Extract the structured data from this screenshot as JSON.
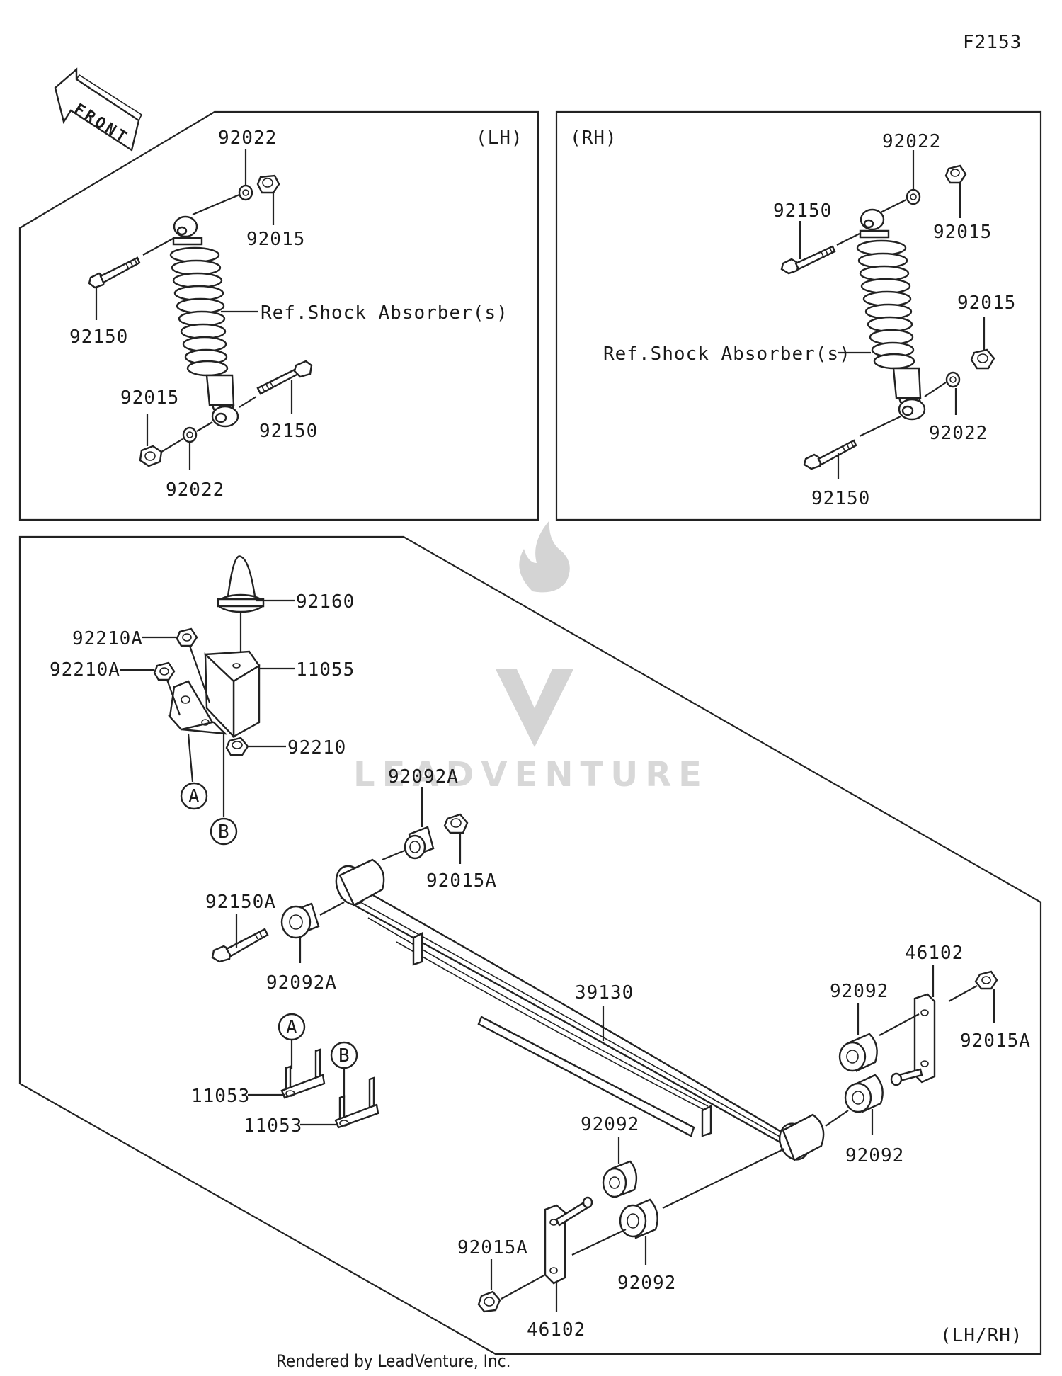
{
  "figure_code": "F2153",
  "front_arrow": {
    "label": "FRONT"
  },
  "panels": {
    "lh": {
      "side_label": "(LH)"
    },
    "rh": {
      "side_label": "(RH)"
    },
    "spring": {
      "side_label": "(LH/RH)"
    }
  },
  "labels": {
    "lh_92022_top": "92022",
    "lh_92015_top": "92015",
    "lh_92150_left": "92150",
    "lh_ref_shock": "Ref.Shock Absorber(s)",
    "lh_92015_bottom": "92015",
    "lh_92150_bottom": "92150",
    "lh_92022_bottom": "92022",
    "rh_92022_top": "92022",
    "rh_92150_top": "92150",
    "rh_92015_top": "92015",
    "rh_92015_mid": "92015",
    "rh_ref_shock": "Ref.Shock Absorber(s)",
    "rh_92022_bottom": "92022",
    "rh_92150_bottom": "92150",
    "p_92160": "92160",
    "p_92210A_1": "92210A",
    "p_92210A_2": "92210A",
    "p_11055": "11055",
    "p_92210": "92210",
    "callout_A1": "A",
    "callout_B1": "B",
    "p_92092A_top": "92092A",
    "p_92015A_top": "92015A",
    "p_92150A": "92150A",
    "p_92092A_mid": "92092A",
    "p_39130": "39130",
    "p_46102_right": "46102",
    "p_92092_right_top": "92092",
    "p_92015A_right": "92015A",
    "p_92092_right_bottom": "92092",
    "callout_A2": "A",
    "callout_B2": "B",
    "p_11053_1": "11053",
    "p_11053_2": "11053",
    "p_92092_bottom_top": "92092",
    "p_92015A_bottom": "92015A",
    "p_92092_bottom": "92092",
    "p_46102_bottom": "46102"
  },
  "watermark": {
    "text": "LEADVENTURE"
  },
  "footer": {
    "credit": "Rendered by LeadVenture, Inc."
  }
}
